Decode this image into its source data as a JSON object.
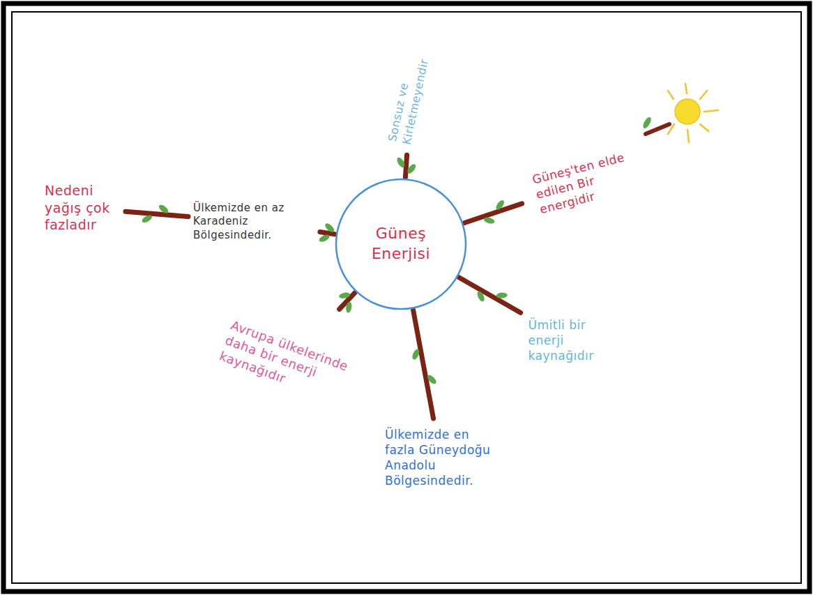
{
  "diagram": {
    "nodes": [
      {
        "text": [
          "Güneş Enerjisi"
        ]
      },
      {
        "text": [
          "Sonsuz ve Kirletmeyendir"
        ]
      },
      {
        "text": [
          "Güneş'ten elde edilen Bir energidir"
        ]
      },
      {
        "text": [
          "Ümitli bir enerji kaynağıdır"
        ]
      },
      {
        "text": [
          "Ülkemizde en fazla Güneydoğu Anadolu Bölgesindedir."
        ]
      },
      {
        "text": [
          "Avrupa ülkelerinde daha bir enerji kaynağıdır"
        ]
      },
      {
        "text": [
          "Ülkemizde en az Karadeniz Bölgesindedir."
        ]
      },
      {
        "text": [
          "Nedeni yağış çok fazladır"
        ]
      }
    ],
    "edges": [
      {
        "from": 0,
        "to": 1,
        "arrow": "none"
      },
      {
        "from": 0,
        "to": 2,
        "arrow": "none"
      },
      {
        "from": 0,
        "to": 3,
        "arrow": "none"
      },
      {
        "from": 0,
        "to": 4,
        "arrow": "none"
      },
      {
        "from": 0,
        "to": 5,
        "arrow": "none"
      },
      {
        "from": 0,
        "to": 6,
        "arrow": "none"
      },
      {
        "from": 6,
        "to": 7,
        "arrow": "none"
      }
    ]
  }
}
